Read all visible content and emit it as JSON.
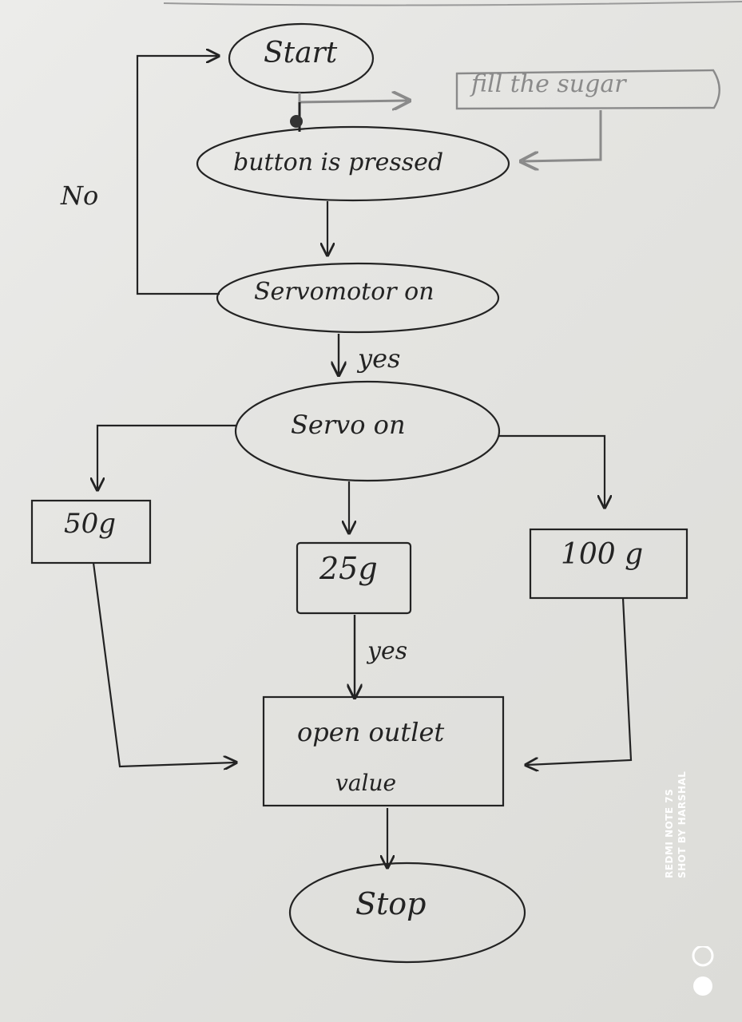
{
  "nodes": {
    "start": "Start",
    "fill_sugar": "fill the sugar",
    "button_pressed": "button is pressed",
    "servomotor_on": "Servomotor on",
    "servo_on": "Servo on",
    "w50": "50g",
    "w25": "25g",
    "w100": "100 g",
    "open_outlet_line1": "open outlet",
    "open_outlet_line2": "value",
    "stop": "Stop"
  },
  "edge_labels": {
    "no": "No",
    "yes_servo": "yes",
    "yes_25g": "yes"
  },
  "watermark": {
    "line1": "REDMI NOTE 7S",
    "line2": "SHOT BY HARSHAL"
  },
  "colors": {
    "ink": "#232323",
    "pencil": "#8a8a8a",
    "paper": "#e6e6e3"
  }
}
